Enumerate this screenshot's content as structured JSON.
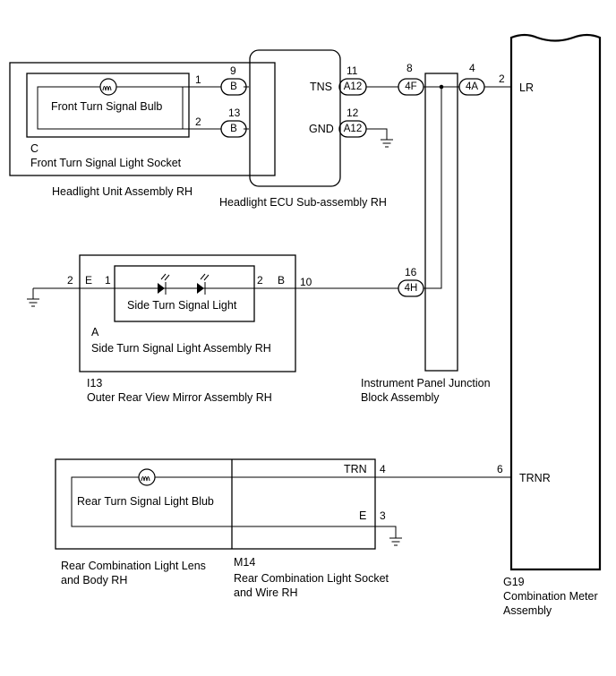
{
  "headlight_unit": {
    "label": "Headlight Unit Assembly RH",
    "socket_code": "C",
    "socket_label": "Front Turn Signal Light Socket",
    "bulb_label": "Front Turn Signal Bulb",
    "pins": [
      "1",
      "2"
    ]
  },
  "headlight_ecu": {
    "label": "Headlight ECU Sub-assembly RH",
    "pin_numbers": [
      "9",
      "13",
      "11",
      "12"
    ],
    "connectors": [
      "B",
      "B",
      "A12",
      "A12"
    ],
    "terminals": [
      "TNS",
      "GND"
    ]
  },
  "junction_block": {
    "label_line1": "Instrument Panel Junction",
    "label_line2": "Block Assembly",
    "pin_numbers": [
      "8",
      "4",
      "16"
    ],
    "connectors": [
      "4F",
      "4A",
      "4H"
    ]
  },
  "mirror": {
    "code": "I13",
    "label": "Outer Rear View Mirror Assembly RH",
    "side_code": "A",
    "side_label": "Side Turn Signal Light Assembly RH",
    "light_label": "Side Turn Signal Light",
    "pins_left": [
      "2",
      "E",
      "1"
    ],
    "pins_right": [
      "2",
      "B",
      "10"
    ]
  },
  "rear": {
    "lens_label_line1": "Rear Combination Light Lens",
    "lens_label_line2": "and Body RH",
    "socket_code": "M14",
    "socket_label_line1": "Rear Combination Light Socket",
    "socket_label_line2": "and Wire RH",
    "bulb_label": "Rear Turn Signal Light Blub",
    "terminals": [
      "TRN",
      "E"
    ],
    "pins": [
      "4",
      "3"
    ]
  },
  "meter": {
    "code": "G19",
    "label_line1": "Combination Meter",
    "label_line2": "Assembly",
    "terminals": [
      "LR",
      "TRNR"
    ],
    "pins": [
      "2",
      "6"
    ]
  }
}
